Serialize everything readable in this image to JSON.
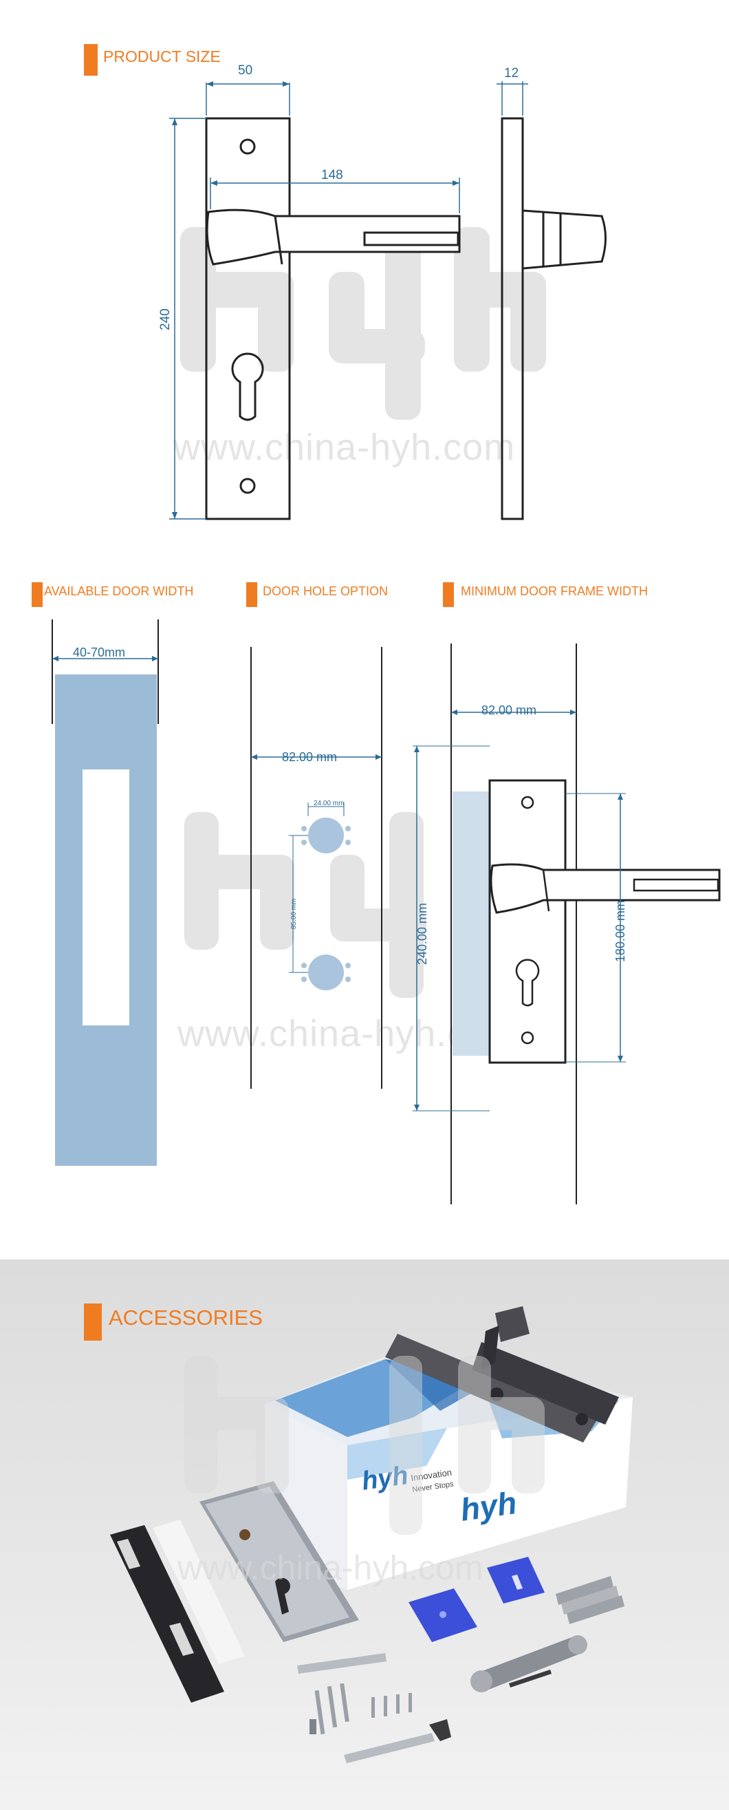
{
  "product_size": {
    "title": "PRODUCT SIZE",
    "width_label": "50",
    "thickness_label": "12",
    "handle_length_label": "148",
    "height_label": "240"
  },
  "watermark": {
    "logo_text": "hyh",
    "url_text": "www.china-hyh.com"
  },
  "available_door_width": {
    "title": "AVAILABLE DOOR WIDTH",
    "range_label": "40-70mm"
  },
  "door_hole_option": {
    "title": "DOOR HOLE OPTION",
    "width_label": "82.00 mm",
    "hole_spacing_label": "24.00 mm",
    "vertical_spacing_label": "85.00 mm"
  },
  "minimum_door_frame_width": {
    "title": "MINIMUM DOOR FRAME WIDTH",
    "width_label": "82.00 mm",
    "plate_height_label": "240.00 mm",
    "center_label": "180.00 mm"
  },
  "accessories": {
    "title": "ACCESSORIES",
    "box_brand": "hyh",
    "box_tagline_1": "Innovation",
    "box_tagline_2": "Never Stops"
  },
  "colors": {
    "accent": "#f07c22",
    "dimension": "#2b6c97",
    "door_blue": "#9cbbd6"
  }
}
